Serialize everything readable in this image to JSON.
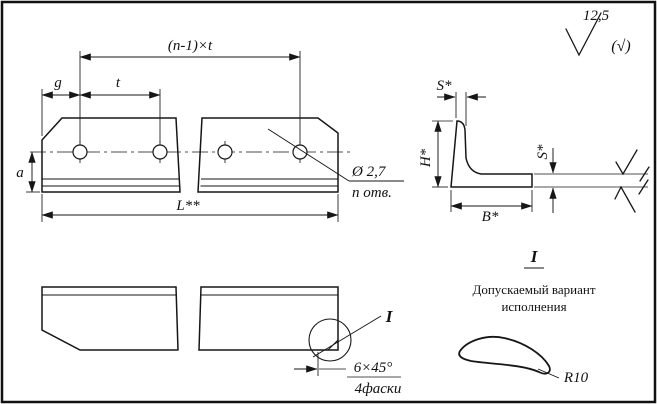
{
  "colors": {
    "ink": "#161616",
    "paper": "#ffffff"
  },
  "roughness": {
    "value": "12,5",
    "alt": "(√)"
  },
  "plan_view": {
    "dim_pitch_total": "(n-1)×t",
    "dim_g": "g",
    "dim_t": "t",
    "dim_a": "a",
    "dim_length": "L**",
    "hole_dia": "Ø 2,7",
    "hole_count": "n отв."
  },
  "section_view": {
    "dim_s_top": "S*",
    "dim_h": "H*",
    "dim_s_right": "S*",
    "dim_b": "B*"
  },
  "side_view": {
    "detail_ref": "I",
    "chamfer": "6×45°",
    "chamfer_note": "4фаски"
  },
  "detail_view": {
    "label": "I",
    "note_line1": "Допускаемый вариант",
    "note_line2": "исполнения",
    "radius": "R10"
  }
}
